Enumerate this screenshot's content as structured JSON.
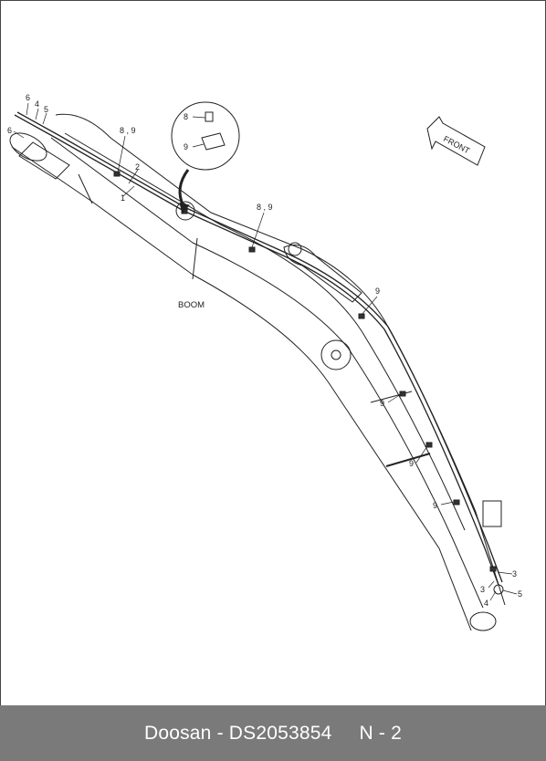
{
  "drawing": {
    "part_label": "BOOM",
    "direction_label": "FRONT",
    "callouts": {
      "left_6_upper": "6",
      "left_4": "4",
      "left_5": "5",
      "left_6_lower": "6",
      "c_8_9_a": "8 , 9",
      "c_2": "2",
      "c_1": "1",
      "c_8_9_b": "8 , 9",
      "detail_8": "8",
      "detail_9": "9",
      "c_9_a": "9",
      "c_9_b": "9",
      "c_9_c": "9",
      "c_9_d": "9",
      "bottom_3_a": "3",
      "bottom_3_b": "3",
      "bottom_4": "4",
      "bottom_5": "5"
    }
  },
  "footer": {
    "brand": "Doosan - DS2053854",
    "page": "N - 2"
  }
}
